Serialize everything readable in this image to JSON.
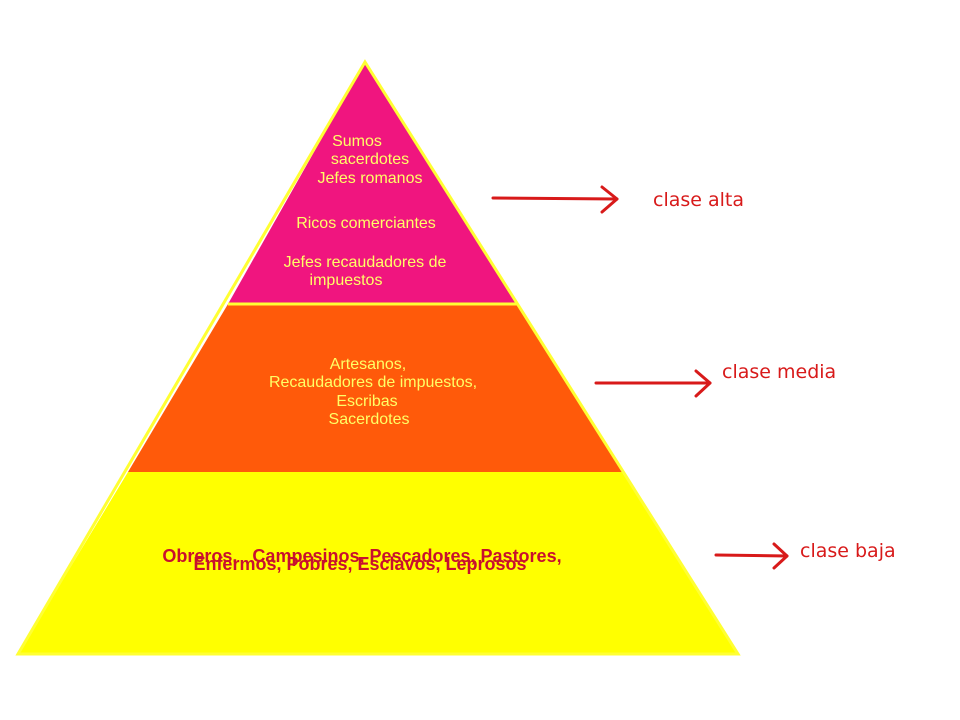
{
  "colors": {
    "top": "#f0157f",
    "middle": "#ff5a0a",
    "bottom": "#ffff00",
    "outline": "#ffff33",
    "arrow": "#d81a1a",
    "label": "#d81a1a",
    "light_text": "#ffff66",
    "dark_text": "#c8102e"
  },
  "tiers": {
    "top": {
      "lines": [
        "Sumos",
        "sacerdotes",
        "Jefes romanos",
        "Ricos comerciantes",
        "Jefes recaudadores de",
        "impuestos"
      ]
    },
    "middle": {
      "lines": [
        "Artesanos,",
        "Recaudadores de impuestos,",
        "Escribas",
        "Sacerdotes"
      ]
    },
    "bottom": {
      "lines": [
        "Obreros,   Campesinos, Pescadores, Pastores,",
        "Enfermos, Pobres, Esclavos, Leprosos"
      ]
    }
  },
  "labels": {
    "top": "clase alta",
    "middle": "clase media",
    "bottom": "clase baja"
  }
}
